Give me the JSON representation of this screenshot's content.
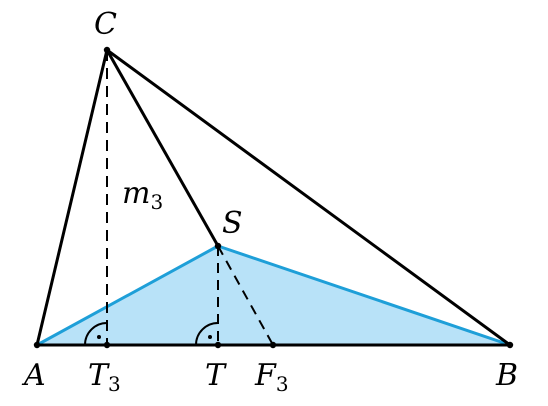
{
  "labels": {
    "A": "A",
    "B": "B",
    "C": "C",
    "S": "S",
    "T": "T",
    "T3": "T",
    "T3_sub": "3",
    "F3": "F",
    "F3_sub": "3",
    "m3": "m",
    "m3_sub": "3"
  },
  "colors": {
    "fill": "#b8e2f8",
    "blue_edge": "#1e9fd8",
    "stroke": "#000000"
  }
}
